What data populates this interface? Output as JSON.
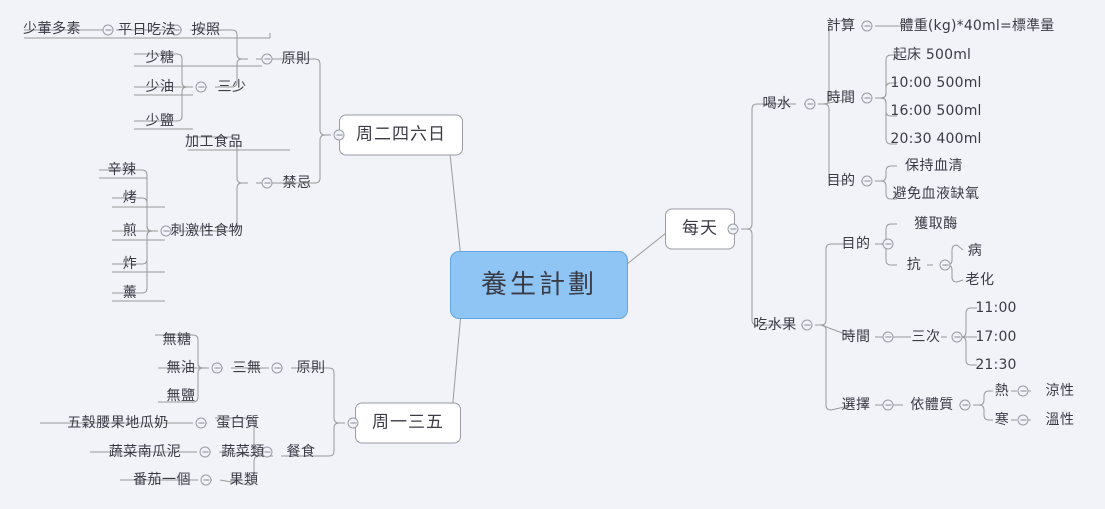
{
  "app": {
    "title": "養生計劃",
    "background_color": "#f2f3f9",
    "root_fill_color": "#8ec5f5",
    "root_border_color": "#5fa5e3",
    "link_color": "#9a9a9a",
    "text_color": "#3b3b46"
  },
  "root": {
    "label": "養生計劃"
  },
  "branches": {
    "tue_thu_sat_sun": {
      "label": "周二四六日"
    },
    "mon_wed_fri": {
      "label": "周一三五"
    },
    "everyday": {
      "label": "每天"
    }
  },
  "nodes": {
    "eat_habit": "平日吃法",
    "less_meat_more_veg": "少葷多素",
    "according_to": "按照",
    "principle_right": "原則",
    "three_less": "三少",
    "less_sugar": "少糖",
    "less_oil": "少油",
    "less_salt": "少鹽",
    "taboo": "禁忌",
    "processed_food": "加工食品",
    "irritating_food": "刺激性食物",
    "spicy": "辛辣",
    "roast": "烤",
    "fry_pan": "煎",
    "deep_fry": "炸",
    "smoke": "薰",
    "principle_left": "原則",
    "three_none": "三無",
    "no_sugar": "無糖",
    "no_oil": "無油",
    "no_salt": "無鹽",
    "meal": "餐食",
    "protein": "蛋白質",
    "grain_cashew_sweetpotato_milk": "五穀腰果地瓜奶",
    "vegetables": "蔬菜類",
    "veg_pumpkin_puree": "蔬菜南瓜泥",
    "fruits": "果類",
    "one_tomato": "番茄一個",
    "drink_water": "喝水",
    "calculate": "計算",
    "calculate_formula": "體重(kg)*40ml=標準量",
    "water_time": "時間",
    "water_t1": "起床 500ml",
    "water_t2": "10:00 500ml",
    "water_t3": "16:00 500ml",
    "water_t4": "20:30 400ml",
    "water_purpose": "目的",
    "water_p1": "保持血清",
    "water_p2": "避免血液缺氧",
    "eat_fruit": "吃水果",
    "fruit_purpose": "目的",
    "get_enzyme": "獲取酶",
    "anti": "抗",
    "anti_disease": "病",
    "anti_aging": "老化",
    "fruit_time": "時間",
    "three_times": "三次",
    "fruit_t1": "11:00",
    "fruit_t2": "17:00",
    "fruit_t3": "21:30",
    "fruit_choice": "選擇",
    "by_constitution": "依體質",
    "hot_body": "熱",
    "cool_nature": "涼性",
    "cold_body": "寒",
    "warm_nature": "溫性"
  }
}
